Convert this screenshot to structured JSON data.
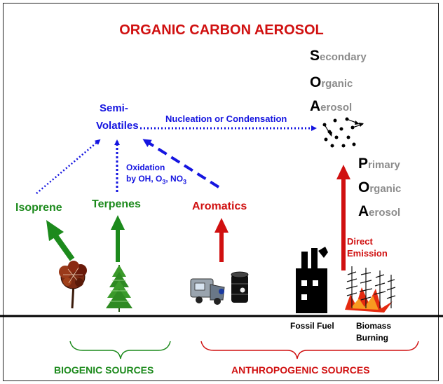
{
  "title": "ORGANIC CARBON AEROSOL",
  "semi_volatiles": {
    "line1": "Semi-",
    "line2": "Volatiles"
  },
  "nucleation_label": "Nucleation or Condensation",
  "oxidation": {
    "line1": "Oxidation",
    "line2_prefix": "by OH, O",
    "sub1": "3",
    "sep": ", NO",
    "sub2": "3"
  },
  "soa": [
    {
      "initial": "S",
      "rest": "econdary"
    },
    {
      "initial": "O",
      "rest": "rganic"
    },
    {
      "initial": "A",
      "rest": "erosol"
    }
  ],
  "poa": [
    {
      "initial": "P",
      "rest": "rimary"
    },
    {
      "initial": "O",
      "rest": "rganic"
    },
    {
      "initial": "A",
      "rest": "erosol"
    }
  ],
  "sources": {
    "isoprene": "Isoprene",
    "terpenes": "Terpenes",
    "aromatics": "Aromatics"
  },
  "direct_emission": {
    "line1": "Direct",
    "line2": "Emission"
  },
  "fossil_fuel": "Fossil Fuel",
  "biomass": {
    "line1": "Biomass",
    "line2": "Burning"
  },
  "groups": {
    "biogenic": "BIOGENIC SOURCES",
    "anthropogenic": "ANTHROPOGENIC SOURCES"
  },
  "colors": {
    "green": "#1c8a1c",
    "red": "#d01010",
    "blue": "#1515e0",
    "grey": "#8c8c8c"
  }
}
